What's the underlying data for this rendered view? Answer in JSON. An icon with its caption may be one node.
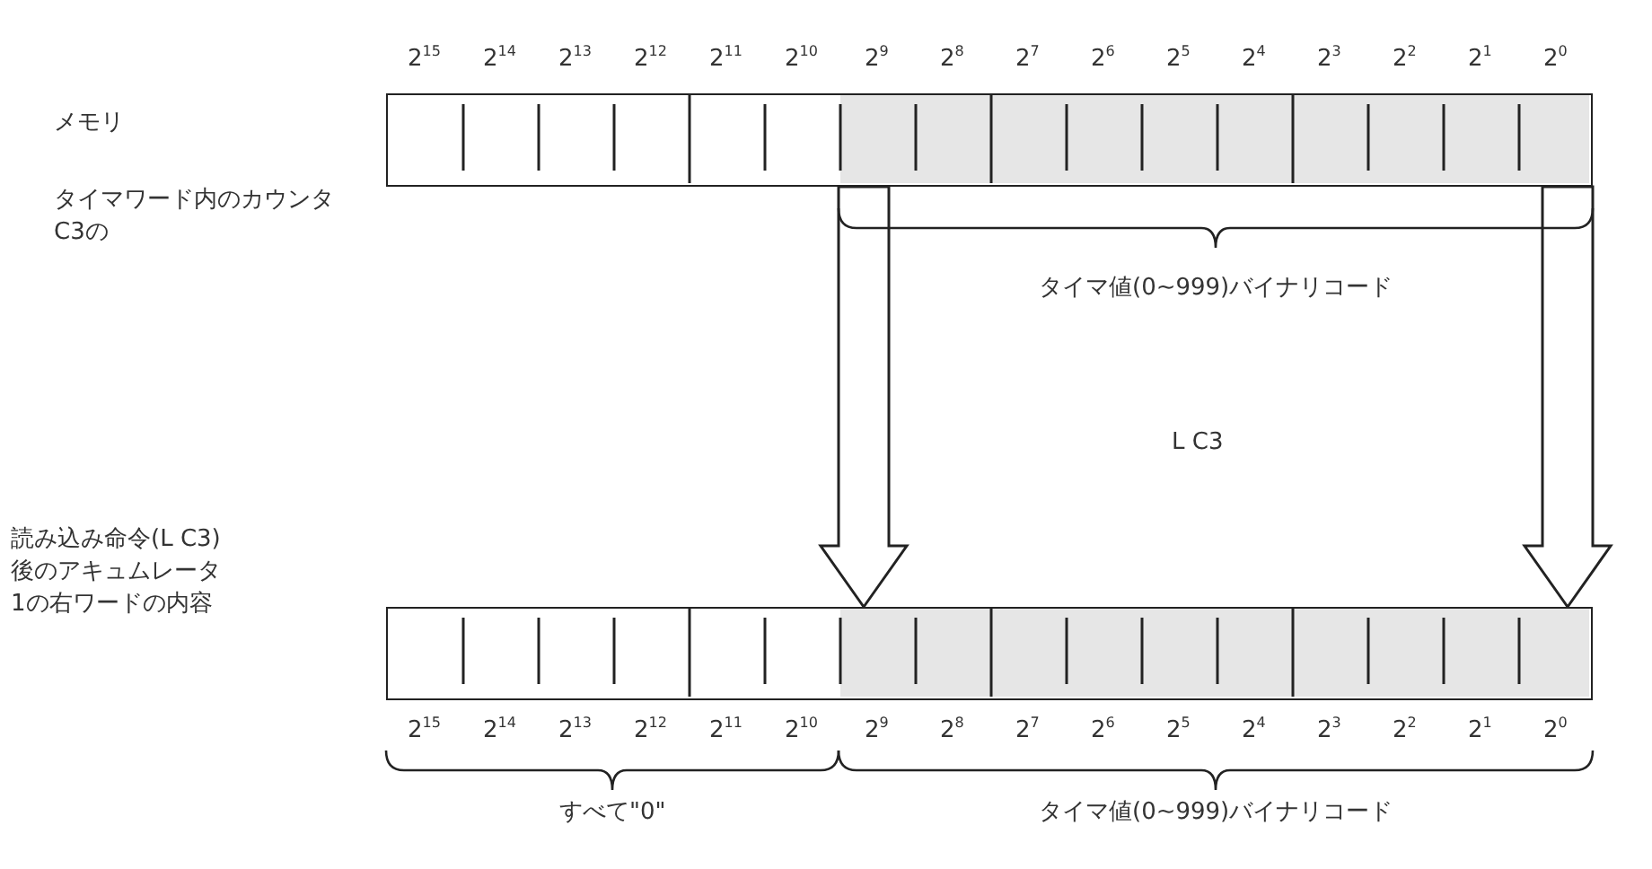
{
  "diagram": {
    "nodes": [
      {
        "text": [],
        "shape": "bar"
      },
      {
        "text": [],
        "shape": "bar"
      }
    ],
    "edges": [
      {
        "from": 0,
        "to": 1,
        "arrow": "to"
      },
      {
        "from": 0,
        "to": 1,
        "arrow": "to"
      }
    ],
    "labels": [
      "2$^{15}$",
      "2$^{14}$",
      "2$^{13}$",
      "2$^{12}$",
      "2$^{11}$",
      "2$^{10}$",
      "2$^{9}$",
      "2$^{8}$",
      "2$^{7}$",
      "2$^{6}$",
      "2$^{5}$",
      "2$^{4}$",
      "2$^{3}$",
      "2$^{2}$",
      "2$^{1}$",
      "2$^{0}$",
      "メモリ",
      "タイマワード内のカウンタC3の",
      "タイマ値(0~999)バイナリコード",
      "L C3",
      "読み込み命令(L C3)後のアキュムレータ1の右ワードの内容",
      "2$^{15}$",
      "2$^{14}$",
      "2$^{13}$",
      "2$^{12}$",
      "2$^{11}$",
      "2$^{10}$",
      "2$^{9}$",
      "2$^{8}$",
      "2$^{7}$",
      "2$^{6}$",
      "2$^{5}$",
      "2$^{4}$",
      "2$^{3}$",
      "2$^{2}$",
      "2$^{1}$",
      "2$^{0}$",
      "すべて\"0\"",
      "タイマ値(0~999)バイナリコード"
    ]
  }
}
